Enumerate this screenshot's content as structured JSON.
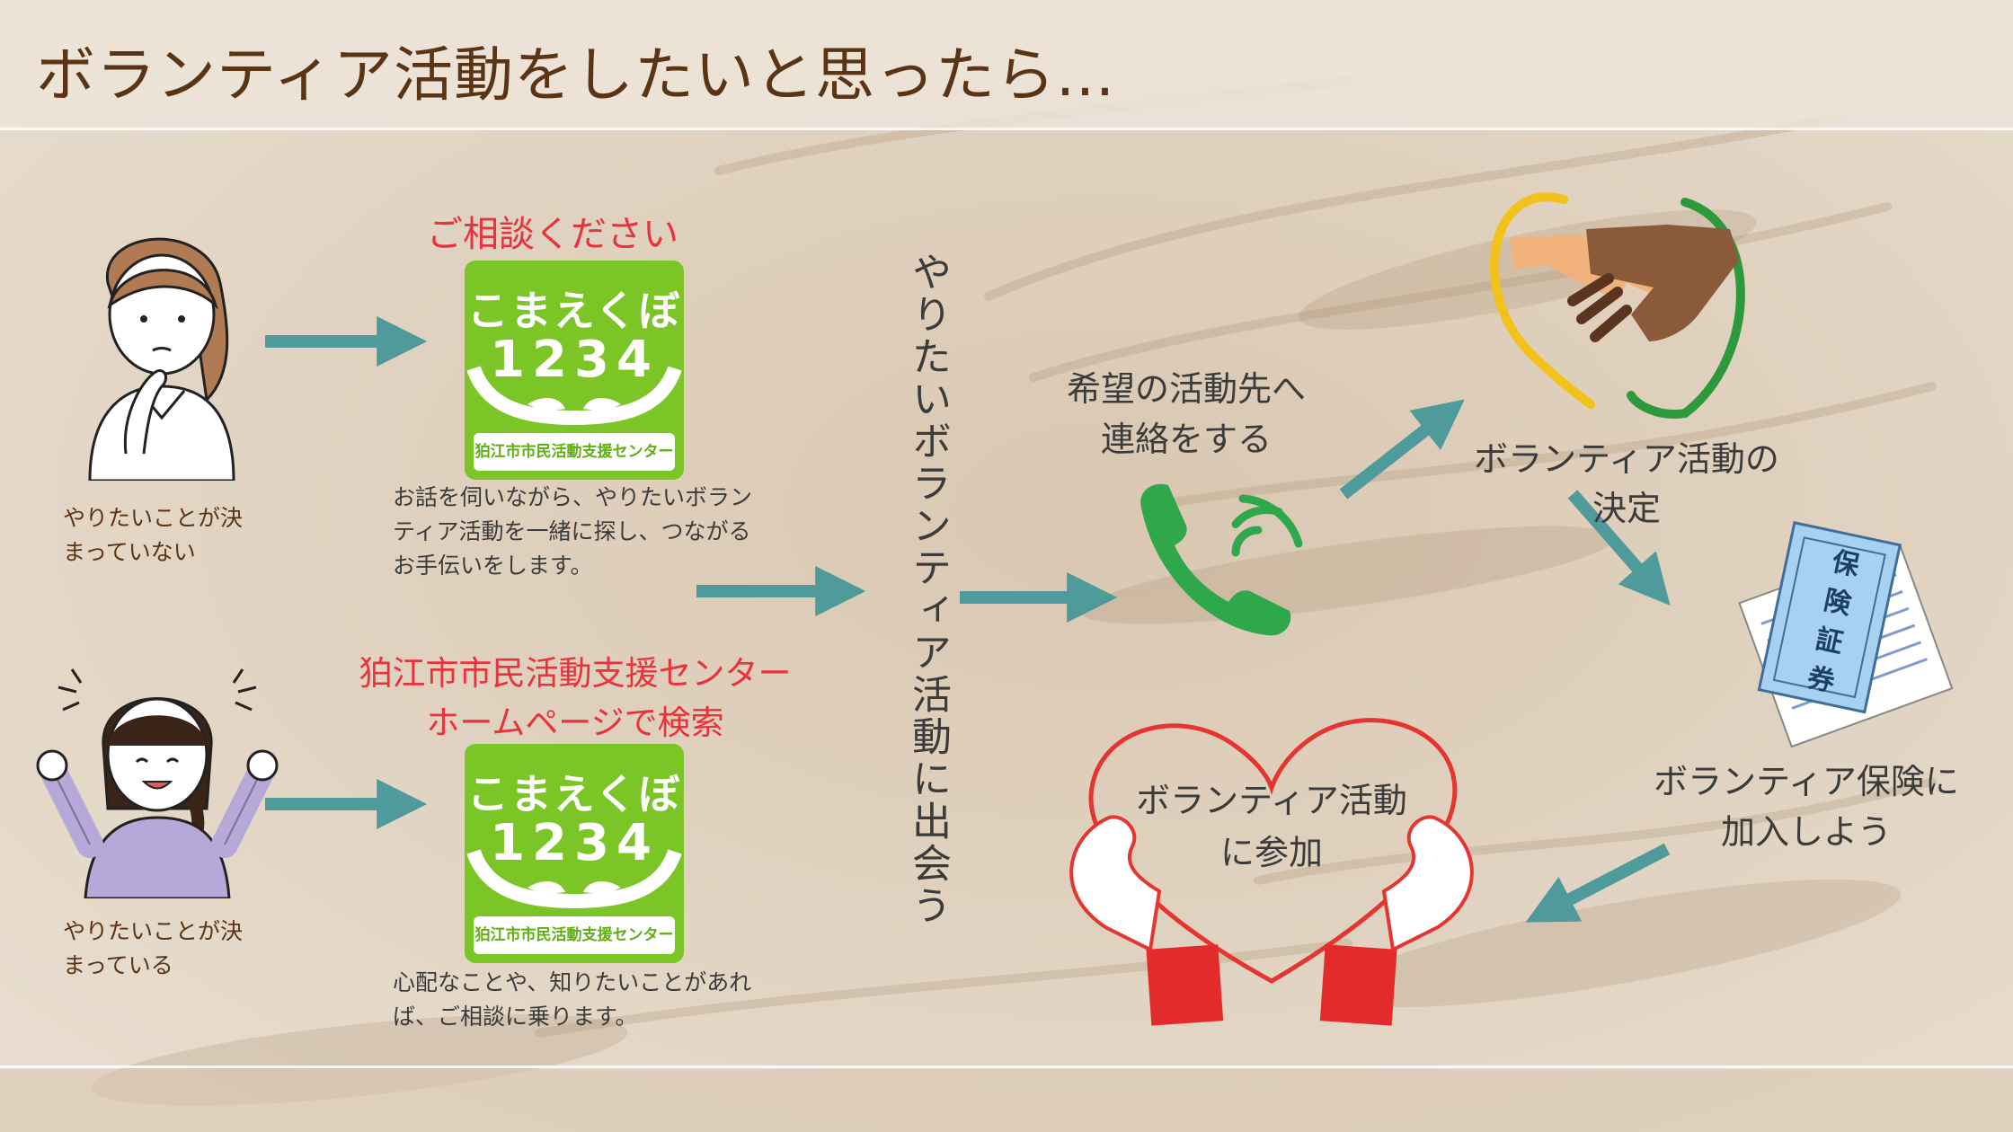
{
  "header": {
    "title": "ボランティア活動をしたいと思ったら..."
  },
  "consult": {
    "heading": "ご相談ください",
    "description_lines": [
      "お話を伺いながら、やりたいボラン",
      "ティア活動を一緒に探し、つながる",
      "お手伝いをします。"
    ]
  },
  "search": {
    "heading_lines": [
      "狛江市市民活動支援センター",
      "ホームページで検索"
    ],
    "description_lines": [
      "心配なことや、知りたいことがあれ",
      "ば、ご相談に乗ります。"
    ]
  },
  "logo": {
    "line1": "こまえくぼ",
    "line2": "1234",
    "caption": "狛江市市民活動支援センター"
  },
  "people": {
    "undecided_lines": [
      "やりたいことが決",
      "まっていない"
    ],
    "decided_lines": [
      "やりたいことが決",
      "まっている"
    ]
  },
  "steps": {
    "meet": "やりたいボランティア活動に出会う",
    "contact_lines": [
      "希望の活動先へ",
      "連絡をする"
    ],
    "decide": "ボランティア活動の決定",
    "insurance_lines": [
      "ボランティア保険に",
      "加入しよう"
    ],
    "participate_lines": [
      "ボランティア活動",
      "に参加"
    ]
  },
  "certificate": {
    "label_chars": [
      "保",
      "険",
      "証",
      "券"
    ]
  },
  "icons": {
    "phone": "phone-icon",
    "handshake": "handshake-icon",
    "certificate": "insurance-certificate-icon",
    "heart": "heart-hands-icon"
  },
  "colors": {
    "arrow": "#4f9a9a",
    "logo_green": "#7cc527",
    "title_brown": "#5a3414",
    "accent_red": "#e8323c",
    "phone_green": "#2ea84a"
  }
}
